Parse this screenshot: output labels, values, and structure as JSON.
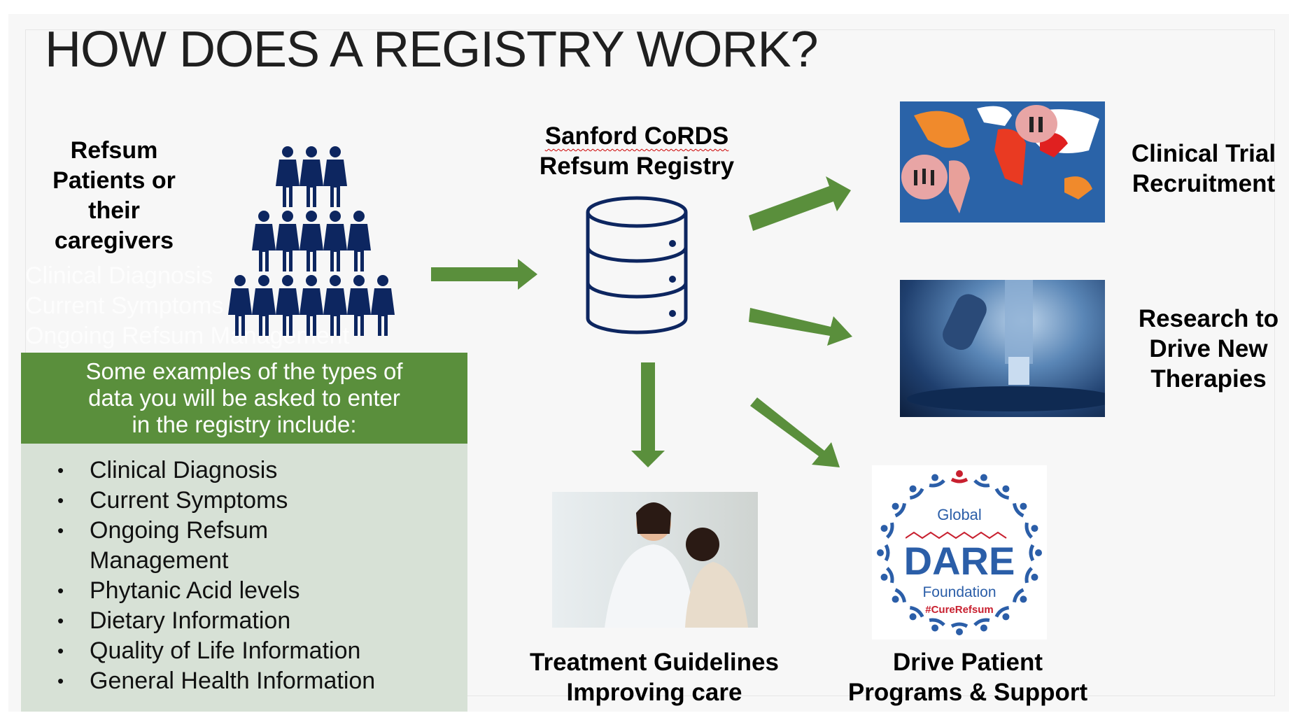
{
  "title": "HOW DOES A REGISTRY WORK?",
  "patients_label": [
    "Refsum",
    "Patients or",
    "their",
    "caregivers"
  ],
  "ghost_text": [
    "Clinical Diagnosis",
    "Current Symptoms",
    "Ongoing Refsum Management"
  ],
  "registry_label": [
    "Sanford CoRDS",
    "Refsum Registry"
  ],
  "data_box": {
    "header": [
      "Some examples of the types of",
      "data you will be asked to enter",
      "in the registry include:"
    ],
    "items": [
      "Clinical Diagnosis",
      "Current Symptoms",
      "Ongoing Refsum",
      "Management",
      "Phytanic Acid levels",
      "Dietary Information",
      "Quality of Life Information",
      "General Health Information"
    ]
  },
  "outcomes": {
    "clinical_trial": [
      "Clinical Trial",
      "Recruitment"
    ],
    "research": [
      "Research to",
      "Drive New",
      "Therapies"
    ],
    "treatment": [
      "Treatment Guidelines",
      "Improving care"
    ],
    "patient_programs": [
      "Drive Patient",
      "Programs & Support"
    ]
  },
  "dare_logo": {
    "top": "Global",
    "main": "DARE",
    "sub": "Foundation",
    "tag": "#CureRefsum"
  },
  "colors": {
    "green": "#5a8f3c",
    "light_green": "#d7e1d6",
    "navy": "#0d2660",
    "arrow": "#5a8f3c",
    "dare_blue": "#2b5ea8",
    "dare_red": "#c8202f"
  }
}
